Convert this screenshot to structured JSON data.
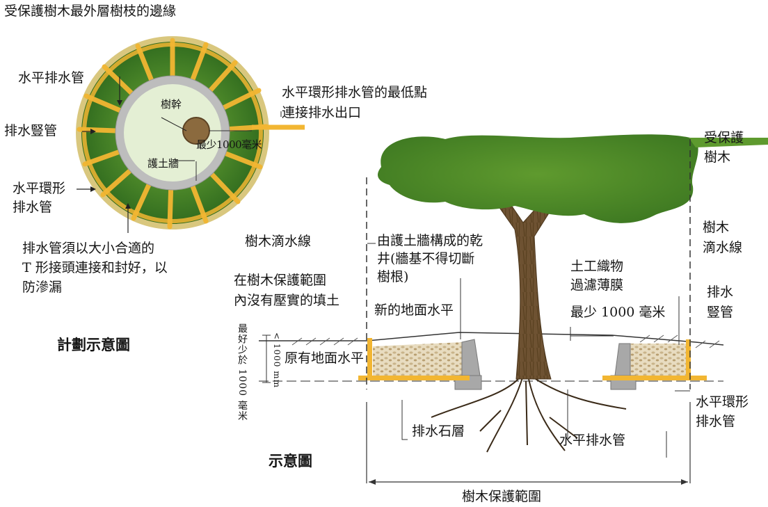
{
  "plan": {
    "outer_edge": "受保護樹木最外層樹枝的邊緣",
    "horizontal_pipe": "水平排水管",
    "vertical_pipe": "排水豎管",
    "ring_pipe_line1": "水平環形",
    "ring_pipe_line2": "排水管",
    "lowest_point_line1": "水平環形排水管的最低點",
    "lowest_point_line2": "連接排水出口",
    "trunk": "樹幹",
    "min_distance": "最少1000毫米",
    "retaining_wall": "護土牆",
    "joint_note_line1": "排水管須以大小合適的",
    "joint_note_line2": "T 形接頭連接和封好，以",
    "joint_note_line3": "防滲漏",
    "title": "計劃示意圖"
  },
  "section": {
    "protected_tree_line1": "受保護",
    "protected_tree_line2": "樹木",
    "drip_line_left": "樹木滴水線",
    "drip_line_right_line1": "樹木",
    "drip_line_right_line2": "滴水線",
    "dry_well_line1": "由護土牆構成的乾",
    "dry_well_line2": "井(牆基不得切斷",
    "dry_well_line3": "樹根)",
    "geotextile_line1": "土工織物",
    "geotextile_line2": "過濾薄膜",
    "no_compaction_line1": "在樹木保護範圍",
    "no_compaction_line2": "內沒有壓實的填土",
    "new_ground": "新的地面水平",
    "min_1000": "最少 1000 毫米",
    "vertical_pipe_line1": "排水",
    "vertical_pipe_line2": "豎管",
    "existing_ground": "原有地面水平",
    "preferably_less": "最好少於 1000 毫米",
    "less_than_mm": "< 1000 mm",
    "ring_pipe_line1": "水平環形",
    "ring_pipe_line2": "排水管",
    "gravel_layer": "排水石層",
    "horizontal_pipe": "水平排水管",
    "title": "示意圖",
    "protection_zone": "樹木保護範圍"
  },
  "colors": {
    "canopy_dark": "#3f7a2a",
    "canopy_light": "#7fb24a",
    "pipe_yellow": "#f2b632",
    "ring_gray": "#b9b9b9",
    "inner_light": "#e3eed3",
    "trunk_brown": "#7a5a34",
    "leaf_green": "#4f8a2a"
  }
}
